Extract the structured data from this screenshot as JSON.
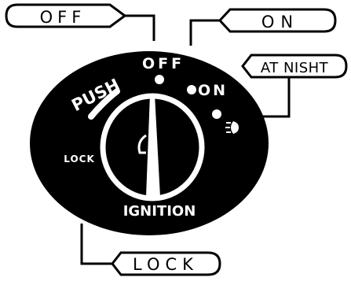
{
  "callouts": {
    "off": "OFF",
    "on": "ON",
    "at_night": "AT NISHT",
    "lock": "LOCK"
  },
  "switch_face": {
    "push": "PUSH",
    "off": "OFF",
    "on": "ON",
    "lock": "LOCK",
    "ignition": "IGNITION"
  },
  "colors": {
    "face": "#000000",
    "line": "#000000",
    "face_text": "#ffffff",
    "background": "#ffffff"
  },
  "icons": {
    "at_night_position": "headlight-icon"
  }
}
